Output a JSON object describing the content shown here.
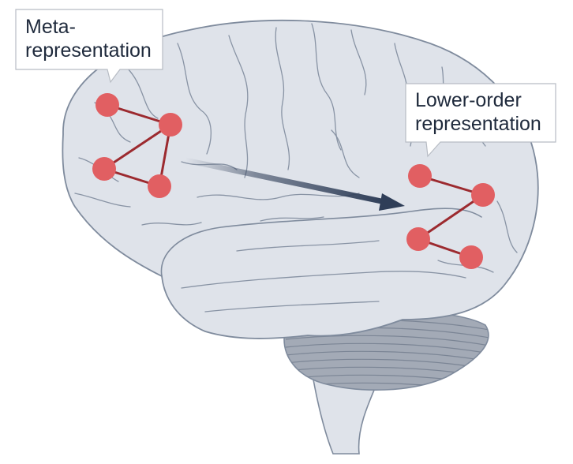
{
  "labels": {
    "meta_line1": "Meta-",
    "meta_line2": "representation",
    "lower_line1": "Lower-order",
    "lower_line2": "representation"
  },
  "colors": {
    "brain_fill": "#dfe3ea",
    "brain_stroke": "#7f8b9d",
    "sulcus": "#8893a4",
    "cerebellum": "#a3aab6",
    "node": "#e15f62",
    "node_link": "#9c2a2f",
    "arrow": "#2f3e58",
    "callout_border": "#b7bcc4"
  },
  "icons": {
    "meta_network": "red-node-triangle-cluster",
    "lower_network": "red-node-chain-cluster",
    "arrow": "dark-blue-arrow"
  }
}
